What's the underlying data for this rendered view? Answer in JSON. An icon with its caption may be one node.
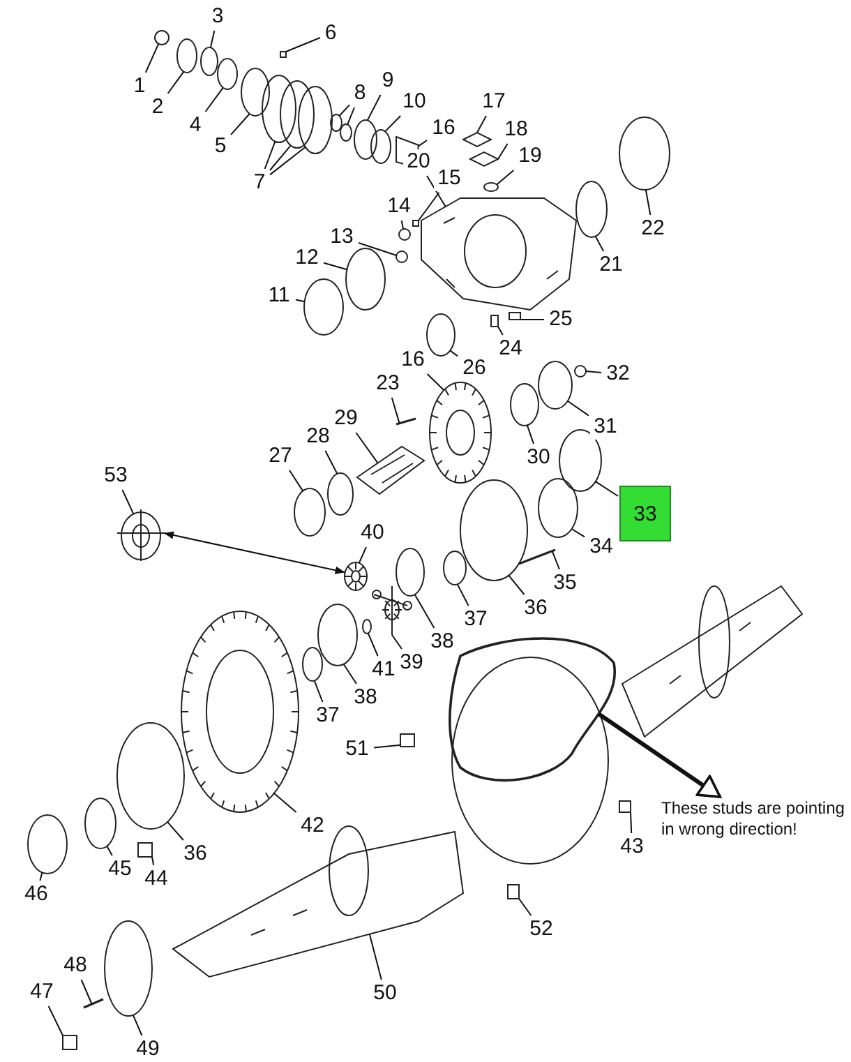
{
  "diagram": {
    "nodes": [
      {
        "text": [
          "1"
        ]
      },
      {
        "text": [
          "2"
        ]
      },
      {
        "text": [
          "3"
        ]
      },
      {
        "text": [
          "4"
        ]
      },
      {
        "text": [
          "5"
        ]
      },
      {
        "text": [
          "6"
        ]
      },
      {
        "text": [
          "7"
        ]
      },
      {
        "text": [
          "8"
        ]
      },
      {
        "text": [
          "9"
        ]
      },
      {
        "text": [
          "10"
        ]
      },
      {
        "text": [
          "16"
        ]
      },
      {
        "text": [
          "17"
        ]
      },
      {
        "text": [
          "18"
        ]
      },
      {
        "text": [
          "20"
        ]
      },
      {
        "text": [
          "19"
        ]
      },
      {
        "text": [
          "14"
        ]
      },
      {
        "text": [
          "15"
        ]
      },
      {
        "text": [
          "22"
        ]
      },
      {
        "text": [
          "21"
        ]
      },
      {
        "text": [
          "13"
        ]
      },
      {
        "text": [
          "12"
        ]
      },
      {
        "text": [
          "11"
        ]
      },
      {
        "text": [
          "25"
        ]
      },
      {
        "text": [
          "24"
        ]
      },
      {
        "text": [
          "26"
        ]
      },
      {
        "text": [
          "16"
        ]
      },
      {
        "text": [
          "23"
        ]
      },
      {
        "text": [
          "32"
        ]
      },
      {
        "text": [
          "29"
        ]
      },
      {
        "text": [
          "31"
        ]
      },
      {
        "text": [
          "28"
        ]
      },
      {
        "text": [
          "30"
        ]
      },
      {
        "text": [
          "27"
        ]
      },
      {
        "text": [
          "33"
        ]
      },
      {
        "text": [
          "53"
        ]
      },
      {
        "text": [],
        "shape": "picture"
      },
      {
        "text": [
          "34"
        ]
      },
      {
        "text": [
          "35"
        ]
      },
      {
        "text": [
          "40"
        ]
      },
      {
        "text": [],
        "shape": "picture"
      },
      {
        "text": [
          "37"
        ]
      },
      {
        "text": [
          "36"
        ]
      },
      {
        "text": [
          "38"
        ]
      },
      {
        "text": [
          "39"
        ]
      },
      {
        "text": [
          "41"
        ]
      },
      {
        "text": [
          "38"
        ]
      },
      {
        "text": [
          "37"
        ]
      },
      {
        "text": [
          "42"
        ]
      },
      {
        "text": [
          "51"
        ]
      },
      {
        "text": [],
        "shape": "box"
      },
      {
        "text": [
          "These studs are pointing in wrong direction!"
        ]
      },
      {
        "text": [
          "43"
        ]
      },
      {
        "text": [
          "36"
        ]
      },
      {
        "text": [
          "44"
        ]
      },
      {
        "text": [
          "45"
        ]
      },
      {
        "text": [
          "46"
        ]
      },
      {
        "text": [
          "52"
        ]
      },
      {
        "text": [
          "50"
        ]
      },
      {
        "text": [
          "48"
        ]
      },
      {
        "text": [
          "47"
        ]
      },
      {
        "text": [
          "49"
        ]
      },
      {
        "text": [],
        "shape": "circle"
      },
      {
        "text": [],
        "shape": "circle"
      },
      {
        "text": [],
        "shape": "circle"
      },
      {
        "text": [],
        "shape": "circle"
      },
      {
        "text": [],
        "shape": "circle"
      },
      {
        "text": [],
        "shape": "box"
      },
      {
        "text": [],
        "shape": "circle"
      },
      {
        "text": [],
        "shape": "circle"
      },
      {
        "text": [],
        "shape": "circle"
      },
      {
        "text": [],
        "shape": "circle"
      },
      {
        "text": [],
        "shape": "circle"
      },
      {
        "text": [],
        "shape": "circle"
      },
      {
        "text": [],
        "shape": "circle"
      },
      {
        "text": [],
        "shape": "box"
      },
      {
        "text": [],
        "shape": "diamond"
      },
      {
        "text": [],
        "shape": "diamond"
      },
      {
        "text": [],
        "shape": "picture"
      },
      {
        "text": [],
        "shape": "circle"
      },
      {
        "text": [],
        "shape": "circle"
      },
      {
        "text": [],
        "shape": "box"
      },
      {
        "text": [],
        "shape": "circle"
      },
      {
        "text": [],
        "shape": "circle"
      },
      {
        "text": [],
        "shape": "circle"
      },
      {
        "text": [],
        "shape": "circle"
      },
      {
        "text": [],
        "shape": "circle"
      },
      {
        "text": [],
        "shape": "box"
      },
      {
        "text": [],
        "shape": "box"
      },
      {
        "text": [],
        "shape": "circle"
      },
      {
        "text": [],
        "shape": "picture"
      },
      {
        "text": [],
        "shape": "bar"
      },
      {
        "text": [],
        "shape": "circle"
      },
      {
        "text": [],
        "shape": "picture"
      },
      {
        "text": [],
        "shape": "circle"
      },
      {
        "text": [],
        "shape": "circle"
      },
      {
        "text": [],
        "shape": "circle"
      },
      {
        "text": [],
        "shape": "circle"
      },
      {
        "text": [],
        "shape": "circle"
      },
      {
        "text": [],
        "shape": "circle"
      },
      {
        "text": [],
        "shape": "bar"
      },
      {
        "text": [],
        "shape": "circle"
      },
      {
        "text": [],
        "shape": "circle"
      },
      {
        "text": [],
        "shape": "circle"
      },
      {
        "text": [],
        "shape": "picture"
      },
      {
        "text": [],
        "shape": "circle"
      },
      {
        "text": [],
        "shape": "circle"
      },
      {
        "text": [],
        "shape": "circle"
      },
      {
        "text": [],
        "shape": "picture"
      },
      {
        "text": [],
        "shape": "box"
      },
      {
        "text": [],
        "shape": "picture"
      },
      {
        "text": [],
        "shape": "box"
      },
      {
        "text": [],
        "shape": "circle"
      },
      {
        "text": [],
        "shape": "box"
      },
      {
        "text": [],
        "shape": "circle"
      },
      {
        "text": [],
        "shape": "circle"
      },
      {
        "text": [],
        "shape": "box"
      },
      {
        "text": [],
        "shape": "bar"
      },
      {
        "text": [],
        "shape": "box"
      },
      {
        "text": [],
        "shape": "circle"
      },
      {
        "text": [],
        "shape": "circle"
      },
      {
        "text": [],
        "shape": "picture"
      }
    ],
    "edges": [
      {
        "from": 0,
        "to": 61,
        "arrow": "none"
      },
      {
        "from": 1,
        "to": 62,
        "arrow": "none"
      },
      {
        "from": 2,
        "to": 63,
        "arrow": "none"
      },
      {
        "from": 3,
        "to": 64,
        "arrow": "none"
      },
      {
        "from": 4,
        "to": 65,
        "arrow": "none"
      },
      {
        "from": 5,
        "to": 66,
        "arrow": "none"
      },
      {
        "from": 6,
        "to": 67,
        "arrow": "none"
      },
      {
        "from": 6,
        "to": 68,
        "arrow": "none"
      },
      {
        "from": 6,
        "to": 69,
        "arrow": "none"
      },
      {
        "from": 7,
        "to": 70,
        "arrow": "none"
      },
      {
        "from": 7,
        "to": 71,
        "arrow": "none"
      },
      {
        "from": 8,
        "to": 72,
        "arrow": "none"
      },
      {
        "from": 9,
        "to": 73,
        "arrow": "none"
      },
      {
        "from": 10,
        "to": 74,
        "arrow": "none"
      },
      {
        "from": 11,
        "to": 75,
        "arrow": "none"
      },
      {
        "from": 12,
        "to": 76,
        "arrow": "none"
      },
      {
        "from": 13,
        "to": 77,
        "arrow": "none"
      },
      {
        "from": 14,
        "to": 78,
        "arrow": "none"
      },
      {
        "from": 15,
        "to": 79,
        "arrow": "none"
      },
      {
        "from": 16,
        "to": 80,
        "arrow": "none"
      },
      {
        "from": 17,
        "to": 81,
        "arrow": "none"
      },
      {
        "from": 18,
        "to": 82,
        "arrow": "none"
      },
      {
        "from": 19,
        "to": 83,
        "arrow": "none"
      },
      {
        "from": 20,
        "to": 84,
        "arrow": "none"
      },
      {
        "from": 21,
        "to": 85,
        "arrow": "none"
      },
      {
        "from": 22,
        "to": 86,
        "arrow": "none"
      },
      {
        "from": 23,
        "to": 87,
        "arrow": "none"
      },
      {
        "from": 24,
        "to": 88,
        "arrow": "none"
      },
      {
        "from": 25,
        "to": 89,
        "arrow": "none"
      },
      {
        "from": 26,
        "to": 90,
        "arrow": "none"
      },
      {
        "from": 27,
        "to": 91,
        "arrow": "none"
      },
      {
        "from": 28,
        "to": 92,
        "arrow": "none"
      },
      {
        "from": 29,
        "to": 93,
        "arrow": "none"
      },
      {
        "from": 30,
        "to": 94,
        "arrow": "none"
      },
      {
        "from": 31,
        "to": 95,
        "arrow": "none"
      },
      {
        "from": 32,
        "to": 96,
        "arrow": "none"
      },
      {
        "from": 33,
        "to": 97,
        "arrow": "none"
      },
      {
        "from": 34,
        "to": 35,
        "arrow": "none"
      },
      {
        "from": 36,
        "to": 98,
        "arrow": "none"
      },
      {
        "from": 37,
        "to": 99,
        "arrow": "none"
      },
      {
        "from": 38,
        "to": 39,
        "arrow": "none"
      },
      {
        "from": 35,
        "to": 39,
        "arrow": "both"
      },
      {
        "from": 40,
        "to": 100,
        "arrow": "none"
      },
      {
        "from": 41,
        "to": 101,
        "arrow": "none"
      },
      {
        "from": 42,
        "to": 102,
        "arrow": "none"
      },
      {
        "from": 43,
        "to": 103,
        "arrow": "none"
      },
      {
        "from": 44,
        "to": 104,
        "arrow": "none"
      },
      {
        "from": 45,
        "to": 105,
        "arrow": "none"
      },
      {
        "from": 46,
        "to": 106,
        "arrow": "none"
      },
      {
        "from": 47,
        "to": 107,
        "arrow": "none"
      },
      {
        "from": 48,
        "to": 108,
        "arrow": "none"
      },
      {
        "from": 49,
        "to": 50,
        "arrow": "to",
        "style": "thick"
      },
      {
        "from": 51,
        "to": 110,
        "arrow": "none"
      },
      {
        "from": 52,
        "to": 111,
        "arrow": "none"
      },
      {
        "from": 53,
        "to": 112,
        "arrow": "none"
      },
      {
        "from": 54,
        "to": 113,
        "arrow": "none"
      },
      {
        "from": 55,
        "to": 114,
        "arrow": "none"
      },
      {
        "from": 56,
        "to": 115,
        "arrow": "none"
      },
      {
        "from": 57,
        "to": 109,
        "arrow": "none"
      },
      {
        "from": 58,
        "to": 116,
        "arrow": "none"
      },
      {
        "from": 59,
        "to": 117,
        "arrow": "none"
      },
      {
        "from": 60,
        "to": 118,
        "arrow": "none"
      }
    ]
  }
}
